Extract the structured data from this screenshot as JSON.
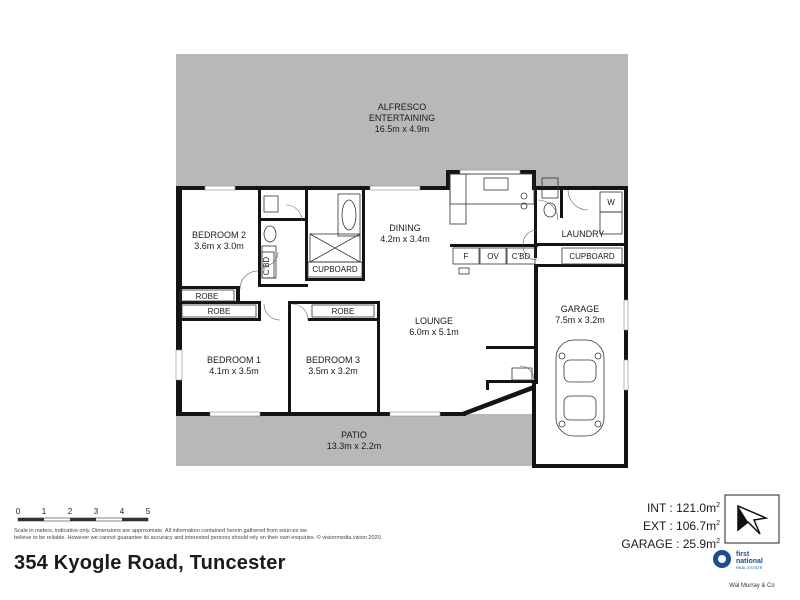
{
  "rooms": {
    "alfresco": {
      "name_line1": "ALFRESCO",
      "name_line2": "ENTERTAINING",
      "dims": "16.5m x 4.9m"
    },
    "bedroom2": {
      "name": "BEDROOM 2",
      "dims": "3.6m x 3.0m"
    },
    "dining": {
      "name": "DINING",
      "dims": "4.2m x 3.4m"
    },
    "laundry": {
      "name": "LAUNDRY"
    },
    "lounge": {
      "name": "LOUNGE",
      "dims": "6.0m x 5.1m"
    },
    "garage": {
      "name": "GARAGE",
      "dims": "7.5m x 3.2m"
    },
    "bedroom1": {
      "name": "BEDROOM 1",
      "dims": "4.1m x 3.5m"
    },
    "bedroom3": {
      "name": "BEDROOM 3",
      "dims": "3.5m x 3.2m"
    },
    "patio": {
      "name": "PATIO",
      "dims": "13.3m x 2.2m"
    }
  },
  "fixtures": {
    "cbd": "C'BD",
    "cupboard": "CUPBOARD",
    "robe": "ROBE",
    "fridge": "F",
    "oven": "OV",
    "washer": "W"
  },
  "scale": {
    "ticks": [
      "0",
      "1",
      "2",
      "3",
      "4",
      "5"
    ]
  },
  "disclaimer": {
    "line1": "Scale in meters, indicative only. Dimensions are approximate. All information contained herein gathered from sources we",
    "line2": "believe to be reliable. However we cannot guarantee its accuracy and interested persons should rely on their own enquiries. © visionmedia.vision 2020."
  },
  "areas": {
    "int_label": "INT : 121.0m",
    "ext_label": "EXT : 106.7m",
    "garage_label": "GARAGE : 25.9m",
    "sup": "2"
  },
  "address": "354 Kyogle Road, Tuncester",
  "brand": {
    "line1": "first",
    "line2": "national",
    "line3": "REAL ESTATE",
    "agent": "Wal Murray & Co"
  },
  "colors": {
    "outdoor": "#b8b8b8",
    "wall": "#141414",
    "brand_blue": "#1d4d8f"
  }
}
